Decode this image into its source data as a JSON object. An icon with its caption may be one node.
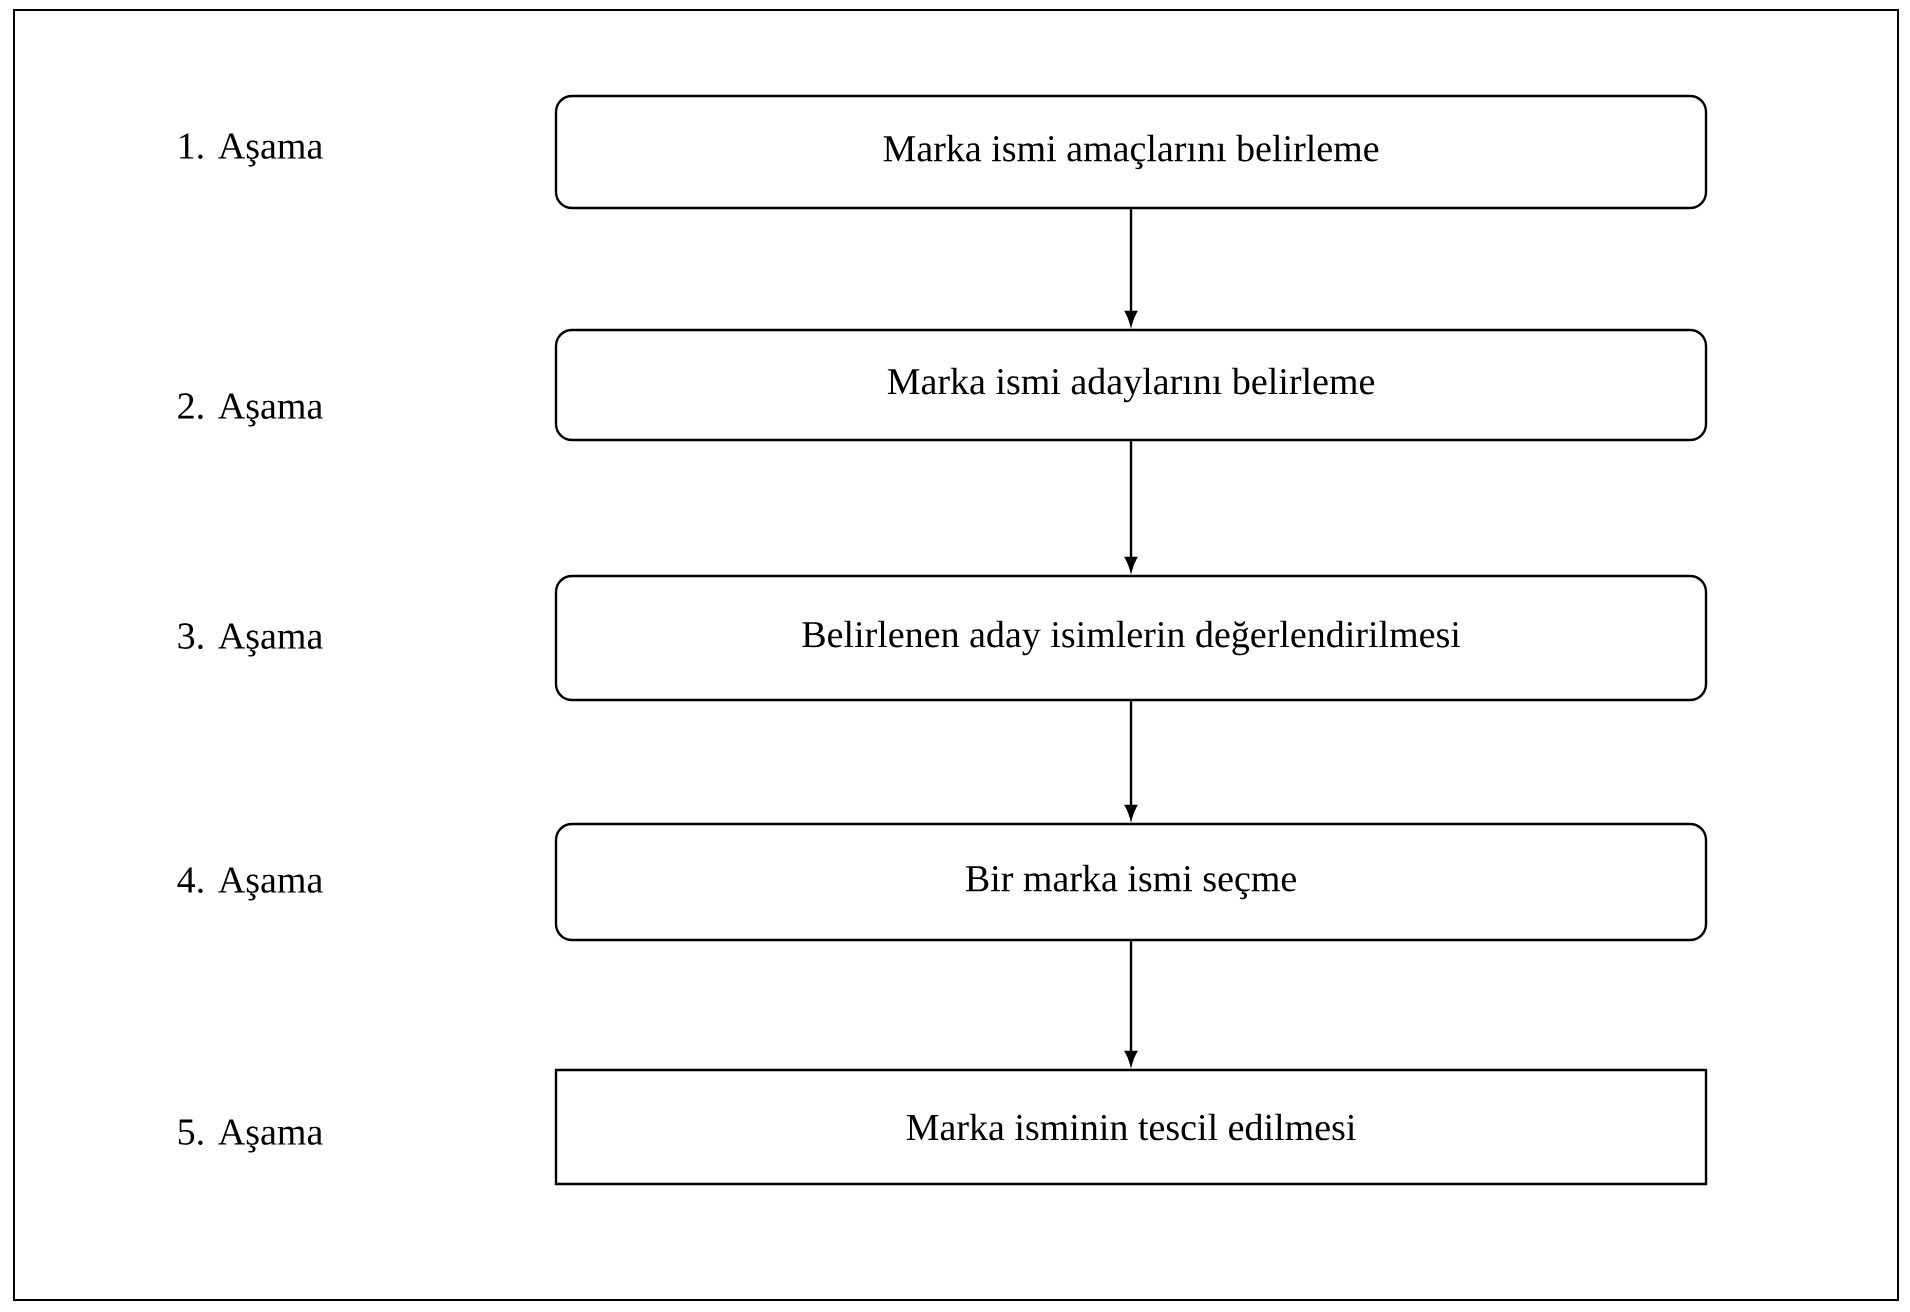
{
  "diagram": {
    "nodes": [
      {
        "text": [
          "Marka ismi amaçlarını belirleme"
        ]
      },
      {
        "text": [
          "Marka ismi adaylarını belirleme"
        ]
      },
      {
        "text": [
          "Belirlenen aday isimlerin değerlendirilmesi"
        ]
      },
      {
        "text": [
          "Bir marka ismi seçme"
        ]
      },
      {
        "text": [
          "Marka isminin tescil edilmesi"
        ]
      }
    ],
    "edges": [
      {
        "from": 0,
        "to": 1,
        "arrow": "to"
      },
      {
        "from": 1,
        "to": 2,
        "arrow": "to"
      },
      {
        "from": 2,
        "to": 3,
        "arrow": "to"
      },
      {
        "from": 3,
        "to": 4,
        "arrow": "to"
      }
    ],
    "labels": [
      "1. Aşama",
      "2. Aşama",
      "3. Aşama",
      "4. Aşama",
      "5. Aşama"
    ]
  }
}
